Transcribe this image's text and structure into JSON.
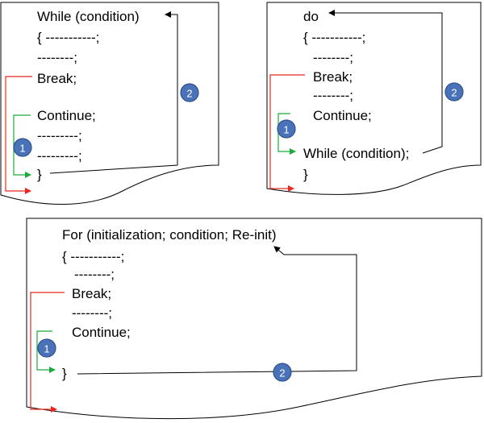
{
  "colors": {
    "break_arrow": "#e8281e",
    "continue_arrow": "#1aab3c",
    "loop_arrow": "#000000",
    "badge": "#4a72b8"
  },
  "while_loop": {
    "lines": [
      "While  (condition)",
      "{ -----------;",
      "--------;",
      "Break;",
      "Continue;",
      "---------;",
      "---------;",
      "}"
    ],
    "badge_continue": "1",
    "badge_repeat": "2"
  },
  "do_while_loop": {
    "lines": [
      "do",
      "{ -----------;",
      "--------;",
      "Break;",
      "--------;",
      "Continue;",
      "While (condition);",
      "}"
    ],
    "badge_continue": "1",
    "badge_repeat": "2"
  },
  "for_loop": {
    "lines": [
      "For (initialization; condition; Re-init)",
      "{ -----------;",
      "--------;",
      "Break;",
      "--------;",
      "Continue;",
      "}"
    ],
    "badge_continue": "1",
    "badge_repeat": "2"
  }
}
